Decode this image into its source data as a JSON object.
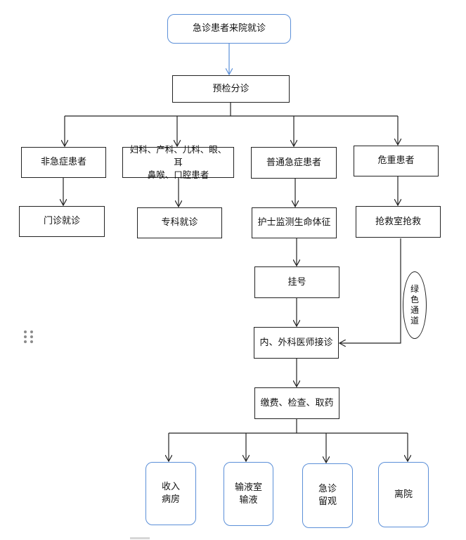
{
  "nodes": {
    "start": "急诊患者来院就诊",
    "triage": "预检分诊",
    "non_urgent": "非急症患者",
    "specialty_patients": "妇科、产科、儿科、眼、耳\n鼻喉、口腔患者",
    "common_urgent": "普通急症患者",
    "critical": "危重患者",
    "outpatient": "门诊就诊",
    "specialty_visit": "专科就诊",
    "vital_signs": "护士监测生命体征",
    "rescue": "抢救室抢救",
    "register": "挂号",
    "physician": "内、外科医师接诊",
    "payment": "缴费、检查、取药",
    "admit": "收入\n病房",
    "infusion": "输液室\n输液",
    "observe": "急诊\n留观",
    "discharge": "离院"
  },
  "green_channel": "绿\n色\n通\n道",
  "colors": {
    "line": "#222222",
    "blue_line": "#5b8fd8",
    "blue_border": "#5b8fd8"
  }
}
